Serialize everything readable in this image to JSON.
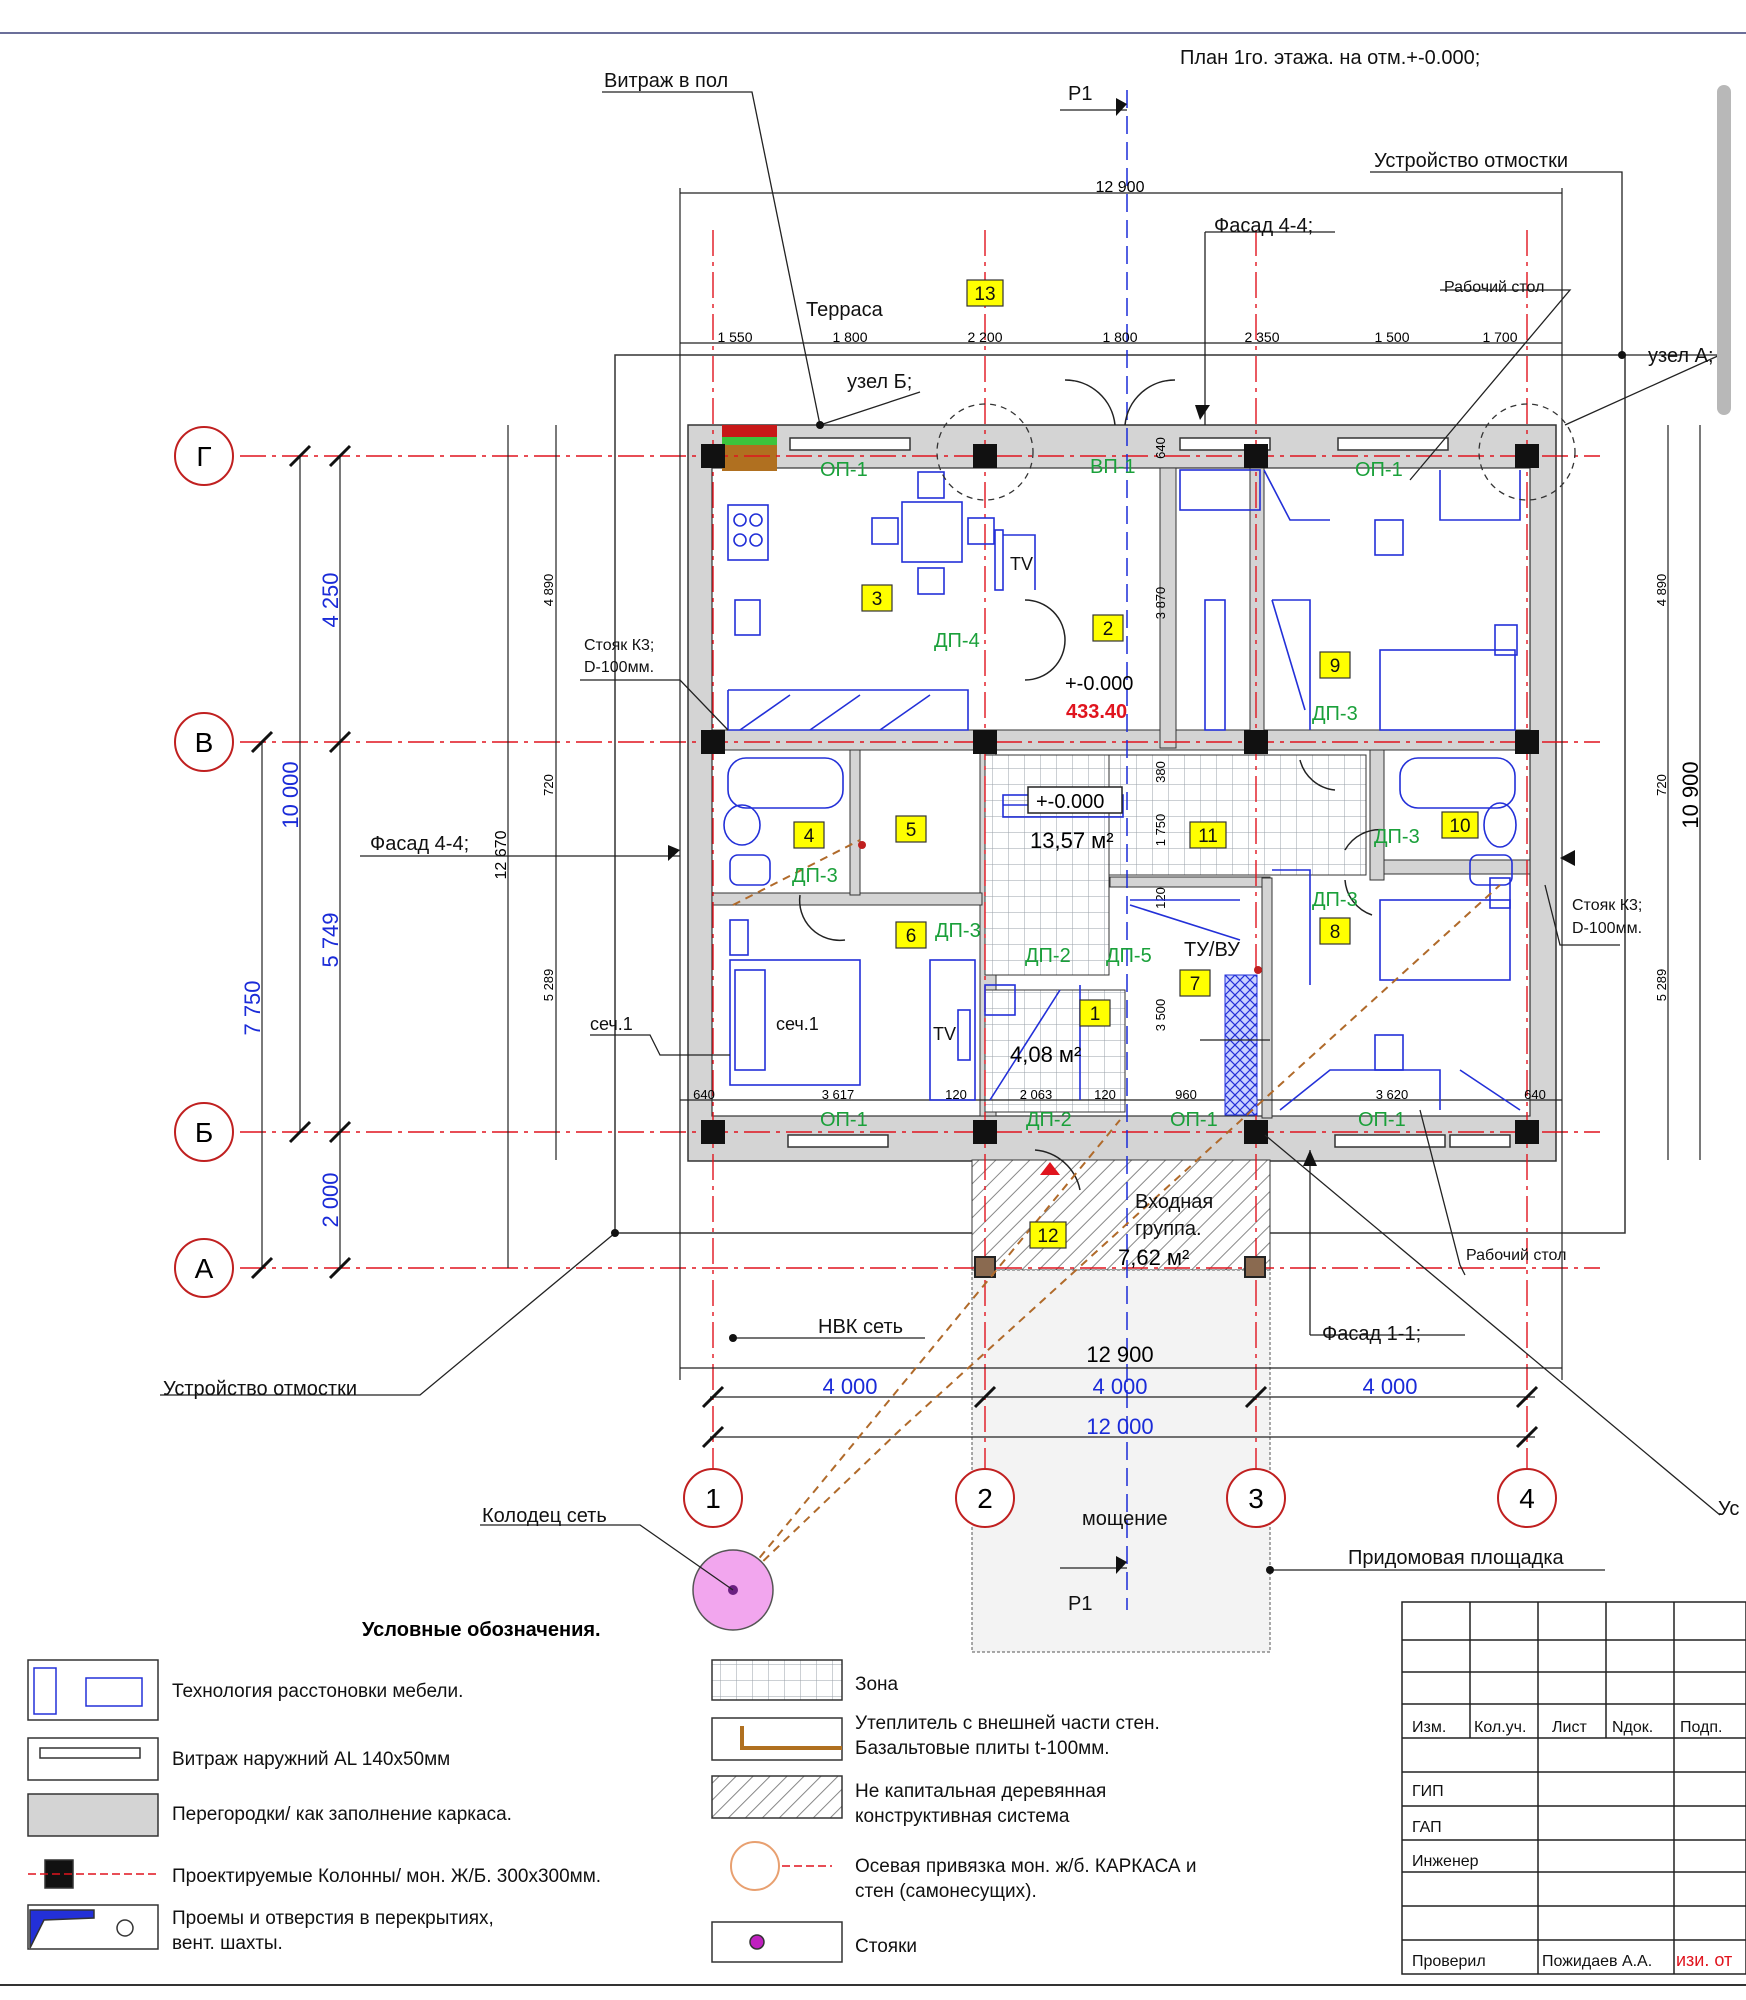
{
  "title": "План 1го. этажа. на отм.+-0.000;",
  "callouts": {
    "vitrazh": "Витраж в пол",
    "p1": "Р1",
    "ustroistvo_top": "Устройство отмостки",
    "fasad44_top": "Фасад 4-4;",
    "terrasa": "Терраса",
    "rabochiy_stol_top": "Рабочий стол",
    "uzel_a": "узел А;",
    "uzel_b": "узел Б;",
    "stoyak_left": "Стояк К3;",
    "stoyak_left2": "D-100мм.",
    "stoyak_right": "Стояк К3;",
    "stoyak_right2": "D-100мм.",
    "fasad44_left": "Фасад 4-4;",
    "sech1_left": "сеч.1",
    "sech1_inner": "сеч.1",
    "rabochiy_stol_bottom": "Рабочий стол",
    "nvk": "НВК сеть",
    "fasad11": "Фасад 1-1;",
    "ustroistvo_bottom": "Устройство отмостки",
    "kolodec": "Колодец сеть",
    "moshchenie": "мощение",
    "pridomovaya": "Придомовая площадка",
    "us_cut": "Ус",
    "vhodnaya1": "Входная",
    "vhodnaya2": "группа.",
    "tuvu": "ТУ/ВУ",
    "tv": "TV"
  },
  "axes": {
    "rows": [
      "Г",
      "В",
      "Б",
      "А"
    ],
    "cols": [
      "1",
      "2",
      "3",
      "4"
    ]
  },
  "dimensions": {
    "top_total": "12 900",
    "top_segments": [
      "1 550",
      "1 800",
      "2 200",
      "1 800",
      "2 350",
      "1 500",
      "1 700"
    ],
    "left_blue": [
      "4 250",
      "5 749",
      "2 000"
    ],
    "left_blue_total": "10 000",
    "left_blue_outer": "7 750",
    "left_black_total": "12 670",
    "left_inner": [
      "4 890",
      "720",
      "5 289"
    ],
    "mid_vertical": [
      "3 870",
      "1 750",
      "3 500",
      "640",
      "380",
      "120"
    ],
    "right_inner": [
      "4 890",
      "720",
      "5 289"
    ],
    "right_total": "10 900",
    "bottom_inner": [
      "640",
      "3 617",
      "120",
      "2 063",
      "120",
      "960",
      "3 620",
      "640"
    ],
    "bottom_total": "12 900",
    "bottom_blue": [
      "4 000",
      "4 000",
      "4 000"
    ],
    "bottom_blue_total": "12 000"
  },
  "rooms": [
    "1",
    "2",
    "3",
    "4",
    "5",
    "6",
    "7",
    "8",
    "9",
    "10",
    "11",
    "12",
    "13"
  ],
  "openings": {
    "op1": "ОП-1",
    "vp1": "ВП-1",
    "dp2": "ДП-2",
    "dp3": "ДП-3",
    "dp4": "ДП-4",
    "dp5": "ДП-5"
  },
  "levels": {
    "main": "+-0.000",
    "abs": "433.40",
    "hall": "+-0.000",
    "area_hall": "13,57 м²",
    "area_wc": "4,08 м²",
    "area_entry": "7,62 м²"
  },
  "legend": {
    "title": "Условные обозначения.",
    "left": [
      "Технология расстоновки мебели.",
      "Витраж наружний AL 140х50мм",
      "Перегородки/ как заполнение каркаса.",
      "Проектируемые Колонны/ мон. Ж/Б. 300х300мм.",
      "Проемы и отверстия в перекрытиях,",
      "вент. шахты."
    ],
    "right": [
      "Зона",
      "Утеплитель с внешней части стен.",
      "Базальтовые плиты t-100мм.",
      "Не капитальная деревянная",
      "конструктивная система",
      "Осевая привязка мон. ж/б. КАРКАСА и",
      "стен (самонесущих).",
      "Стояки"
    ]
  },
  "stamp": {
    "headers": [
      "Изм.",
      "Кол.уч.",
      "Лист",
      "Nдок.",
      "Подп."
    ],
    "roles": [
      "ГИП",
      "ГАП",
      "Инженер",
      "Проверил"
    ],
    "name": "Пожидаев А.А.",
    "red": "изи. от"
  },
  "colors": {
    "axis": "#e0141e",
    "blue_axis": "#1a2bd8",
    "furniture": "#2330d8",
    "label_green": "#1aa03a",
    "tag_fill": "#ffff00",
    "level_red": "#e0141e",
    "wall_gray": "#d4d4d4",
    "well": "#f2a6ee"
  }
}
